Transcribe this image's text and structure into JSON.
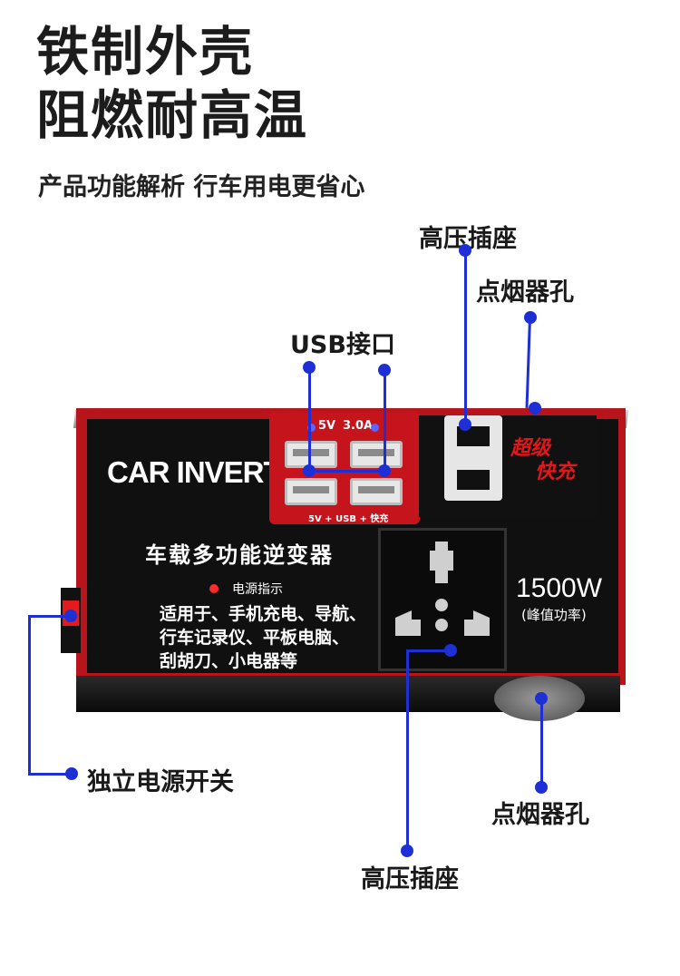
{
  "headline": {
    "line1": "铁制外壳",
    "line2": "阻燃耐高温"
  },
  "subtitle": "产品功能解析 行车用电更省心",
  "callouts": {
    "high_voltage_top": "高压插座",
    "cigarette_top": "点烟器孔",
    "usb": "USB接口",
    "power_switch": "独立电源开关",
    "cigarette_bottom": "点烟器孔",
    "high_voltage_bottom": "高压插座"
  },
  "device": {
    "brand": "CAR INVERTER",
    "usb_5v": "5V",
    "usb_3a": "3.0A",
    "usb_caption": "5V + USB + 快充",
    "fast_charge_line1": "超级",
    "fast_charge_line2": "快充",
    "product_name": "车载多功能逆变器",
    "power_indicator": "电源指示",
    "usage_line1": "适用于、手机充电、导航、",
    "usage_line2": "行车记录仪、平板电脑、",
    "usage_line3": "刮胡刀、小电器等",
    "power_rating": "1500W",
    "power_rating_note": "(峰值功率)"
  },
  "colors": {
    "accent_blue": "#1e2fd6",
    "device_red": "#c5141c"
  }
}
